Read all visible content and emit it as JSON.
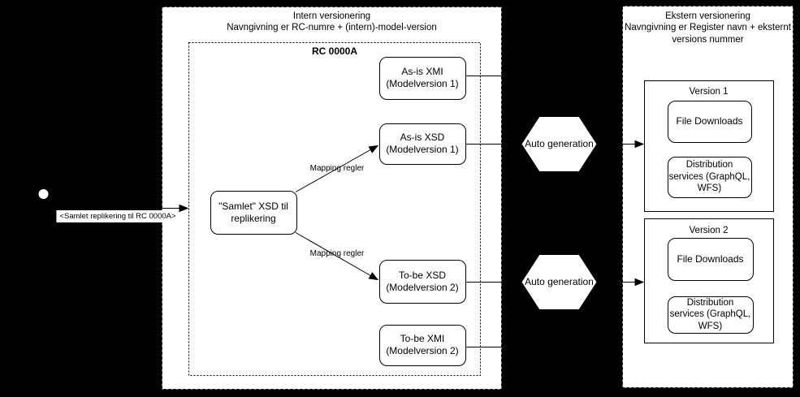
{
  "colors": {
    "background": "#000000",
    "shape-fill": "#ffffff",
    "stroke": "#000000",
    "text": "#000000"
  },
  "start": {
    "edge_label": "<Samlet replikering til RC 0000A>"
  },
  "intern": {
    "title_lines": [
      "Intern versionering",
      "Navngivning er RC-numre + (intern)-model-version"
    ],
    "rc_box_label": "RC 0000A",
    "nodes": {
      "as_is_xmi": {
        "lines": [
          "As-is XMI",
          "(Modelversion 1)"
        ]
      },
      "as_is_xsd": {
        "lines": [
          "As-is XSD",
          "(Modelversion 1)"
        ]
      },
      "samlet_xsd": {
        "lines": [
          "\"Samlet\" XSD til",
          "replikering"
        ]
      },
      "to_be_xsd": {
        "lines": [
          "To-be XSD",
          "(Modelversion 2)"
        ]
      },
      "to_be_xmi": {
        "lines": [
          "To-be XMI",
          "(Modelversion 2)"
        ]
      }
    },
    "edge_labels": {
      "mapping_top": "Mapping regler",
      "mapping_bottom": "Mapping regler"
    }
  },
  "process": {
    "hex1_label": "Auto generation",
    "hex2_label": "Auto generation"
  },
  "ekstern": {
    "title_lines": [
      "Ekstern versionering",
      "Navngivning er Register navn + eksternt",
      "versions nummer"
    ],
    "version1": {
      "label": "Version 1",
      "file_downloads": "File Downloads",
      "distribution_lines": [
        "Distribution",
        "services (GraphQL,",
        "WFS)"
      ]
    },
    "version2": {
      "label": "Version 2",
      "file_downloads": "File Downloads",
      "distribution_lines": [
        "Distribution",
        "services (GraphQL,",
        "WFS)"
      ]
    }
  }
}
